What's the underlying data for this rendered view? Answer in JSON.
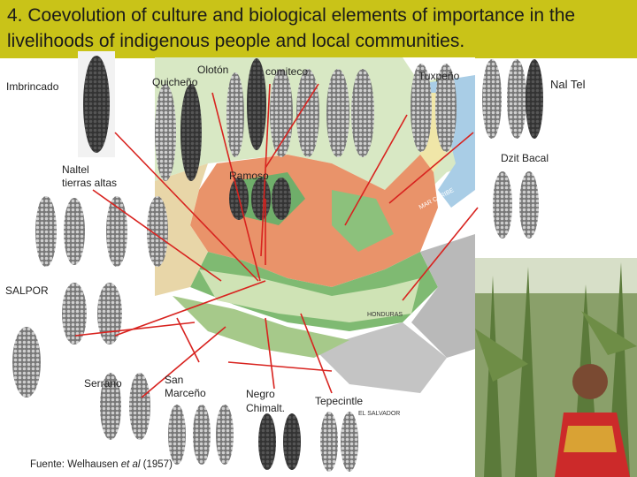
{
  "title": {
    "line1": "4. Coevolution of culture and biological elements of importance in the",
    "line2": "livelihoods of indigenous people and local communities."
  },
  "labels": {
    "imbricado": "Imbrincado",
    "quicheno": "Quicheño",
    "oloton": "Olotón",
    "comiteco": "comiteco",
    "tuxpeno": "Tuxpeño",
    "nal_tel": "Nal Tel",
    "dzit_bacal": "Dzit Bacal",
    "naltel_line1": "Naltel",
    "naltel_line2": "tierras altas",
    "ramoso": "Ramoso",
    "salpor": "SALPOR",
    "serrano": "Serrano",
    "san_marceno_line1": "San",
    "san_marceno_line2": "Marceño",
    "negro_line1": "Negro",
    "negro_line2": "Chimalt.",
    "tepecintle": "Tepecintle"
  },
  "map_labels": {
    "mar_caribe": "MAR CARIBE",
    "honduras": "HONDURAS",
    "el_salvador": "EL SALVADOR"
  },
  "source": {
    "prefix": "Fuente: Welhausen ",
    "italic": "et al",
    "suffix": " (1957)"
  },
  "colors": {
    "title_bg": "#c9c318",
    "arrow": "#d8231f",
    "map_sea": "#a9cde6",
    "map_orange": "#e9936a",
    "map_green": "#6fae6a",
    "map_light": "#cfe3b5",
    "map_gray": "#b9b9b9"
  }
}
